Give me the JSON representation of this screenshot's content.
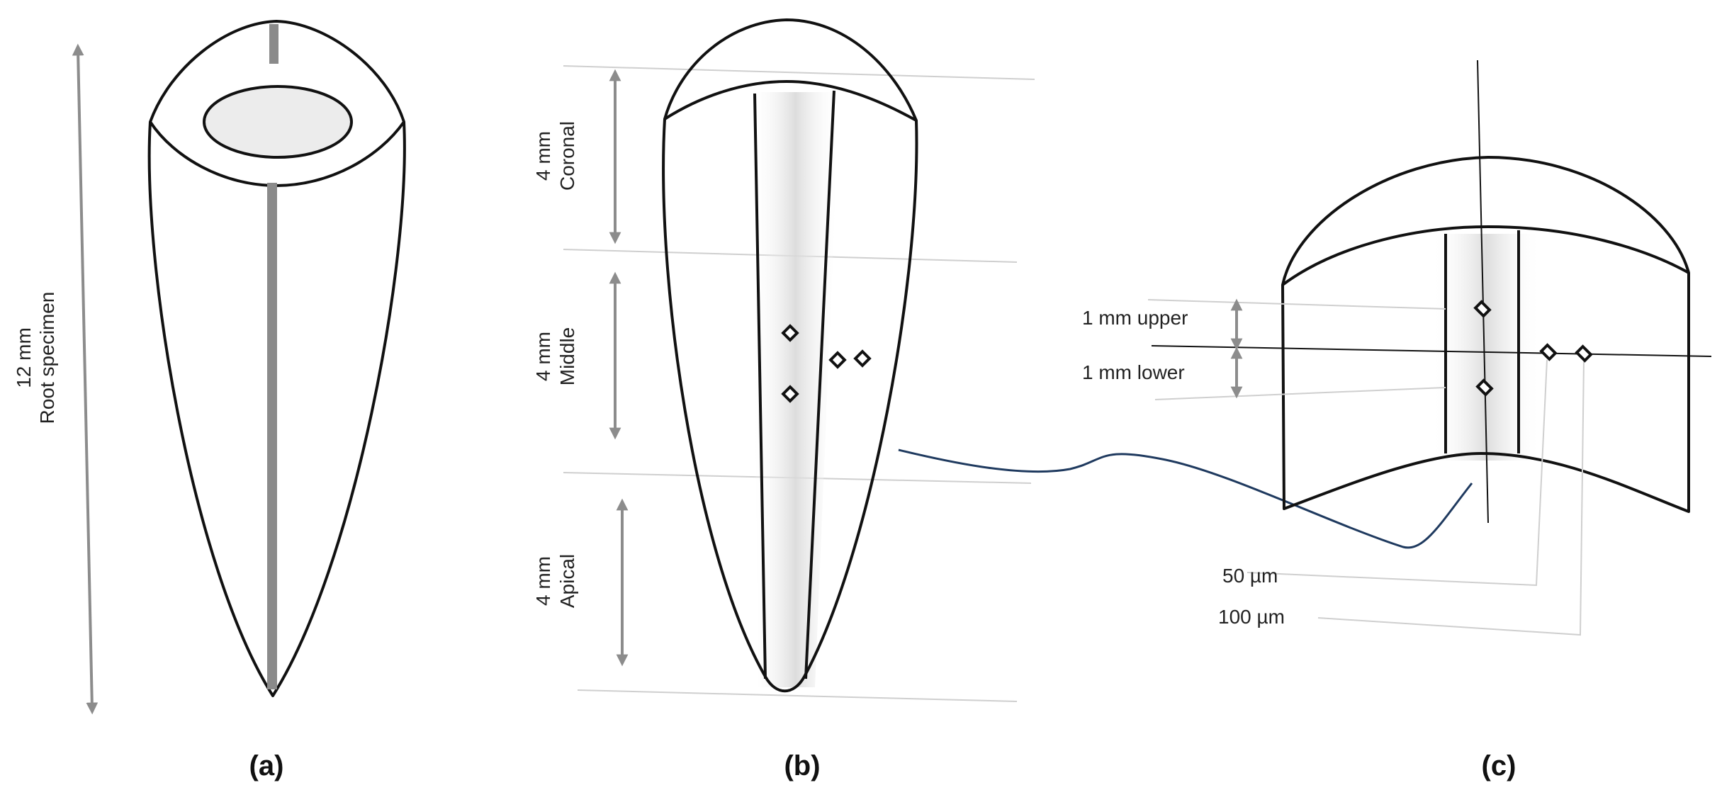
{
  "panels": {
    "a": "(a)",
    "b": "(b)",
    "c": "(c)"
  },
  "panel_a": {
    "length_label": "12 mm",
    "specimen_label": "Root specimen"
  },
  "panel_b": {
    "coronal": {
      "length": "4 mm",
      "name": "Coronal"
    },
    "middle": {
      "length": "4 mm",
      "name": "Middle"
    },
    "apical": {
      "length": "4 mm",
      "name": "Apical"
    }
  },
  "panel_c": {
    "upper": "1 mm upper",
    "lower": "1 mm lower",
    "d50": "50 µm",
    "d100": "100 µm"
  },
  "colors": {
    "outline": "#111111",
    "connector": "#1f3a5f",
    "arrow": "#8c8c8c",
    "guide": "#cfcfcf",
    "canal": "#8a8a8a"
  }
}
